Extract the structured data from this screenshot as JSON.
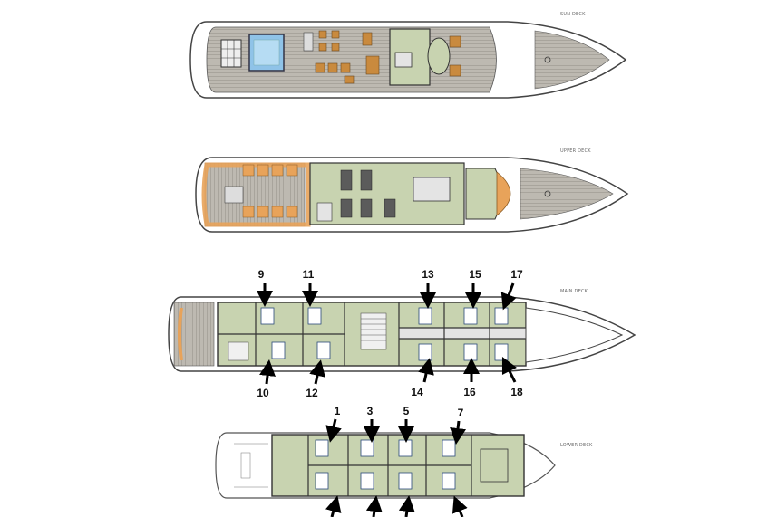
{
  "decks": [
    {
      "id": "sun",
      "title": "SUN DECK"
    },
    {
      "id": "upper",
      "title": "UPPER DECK"
    },
    {
      "id": "main",
      "title": "MAIN DECK"
    },
    {
      "id": "lower",
      "title": "LOWER DECK"
    }
  ],
  "main_deck_cabins_top": [
    "9",
    "11",
    "13",
    "15",
    "17"
  ],
  "main_deck_cabins_bottom": [
    "10",
    "12",
    "14",
    "16",
    "18"
  ],
  "lower_deck_cabins_top": [
    "1",
    "3",
    "5",
    "7"
  ],
  "colors": {
    "hull": "#ffffff",
    "deck_wood": "#bdb9b1",
    "interior": "#c8d3b0",
    "wall": "#3d3d3d",
    "accent_orange": "#e8a35a",
    "pool": "#8fc3e8"
  }
}
